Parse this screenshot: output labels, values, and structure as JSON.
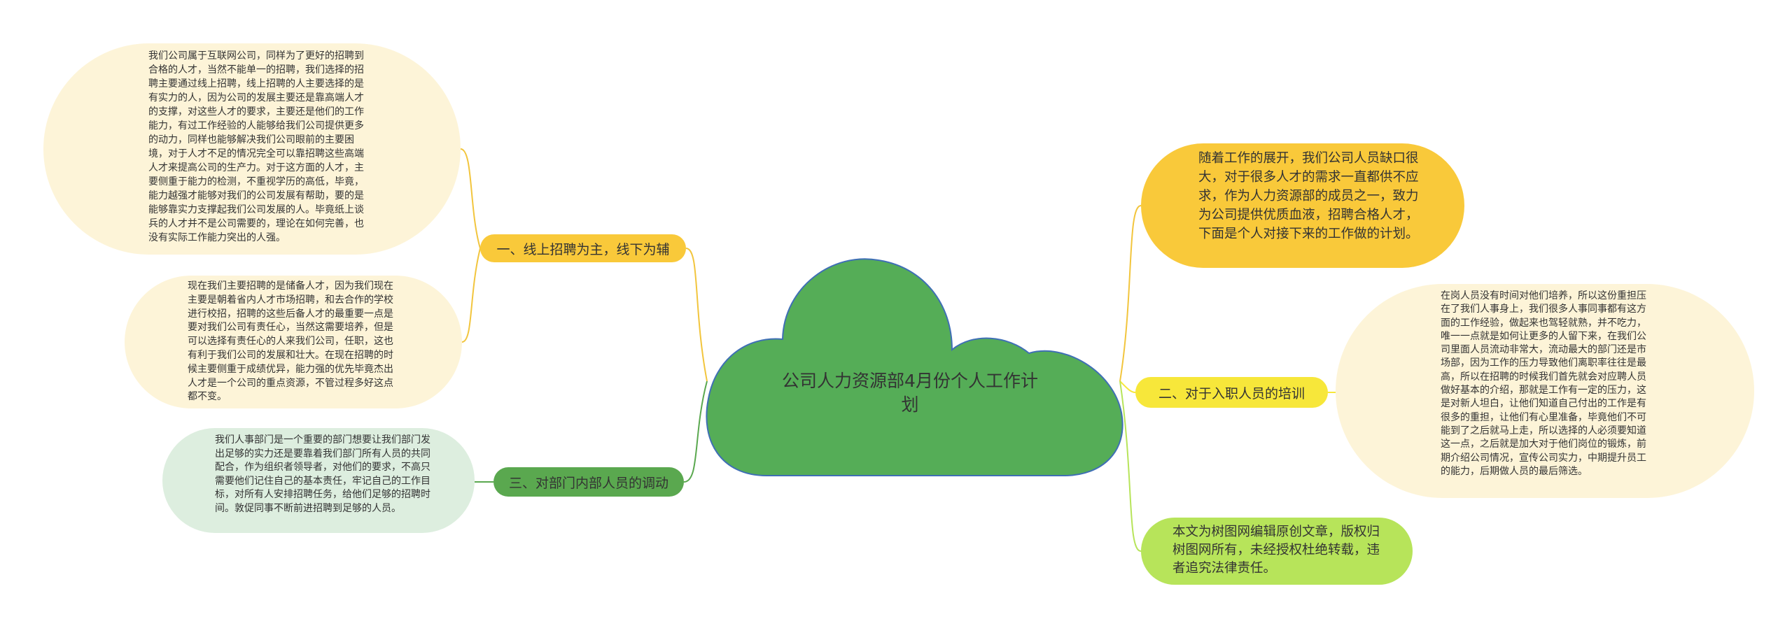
{
  "center": {
    "title": "公司人力资源部4月份个人工作计划"
  },
  "topics": {
    "t1": "一、线上招聘为主，线下为辅",
    "t2": "二、对于入职人员的培训",
    "t3": "三、对部门内部人员的调动"
  },
  "leaves": {
    "l1": "我们公司属于互联网公司，同样为了更好的招聘到合格的人才，当然不能单一的招聘，我们选择的招聘主要通过线上招聘，线上招聘的人主要选择的是有实力的人，因为公司的发展主要还是靠高端人才的支撑，对这些人才的要求，主要还是他们的工作能力，有过工作经验的人能够给我们公司提供更多的动力，同样也能够解决我们公司眼前的主要困境，对于人才不足的情况完全可以靠招聘这些高端人才来提高公司的生产力。对于这方面的人才，主要侧重于能力的检测，不重视学历的高低，毕竟，能力越强才能够对我们的公司发展有帮助，要的是能够靠实力支撑起我们公司发展的人。毕竟纸上谈兵的人才并不是公司需要的，理论在如何完善，也没有实际工作能力突出的人强。",
    "l2": "现在我们主要招聘的是储备人才，因为我们现在主要是朝着省内人才市场招聘，和去合作的学校进行校招，招聘的这些后备人才的最重要一点是要对我们公司有责任心，当然这需要培养，但是可以选择有责任心的人来我们公司，任职，这也有利于我们公司的发展和壮大。在现在招聘的时候主要侧重于成绩优异，能力强的优先毕竟杰出人才是一个公司的重点资源，不管过程多好这点都不变。",
    "l3": "我们人事部门是一个重要的部门想要让我们部门发出足够的实力还是要靠着我们部门所有人员的共同配合，作为组织者领导者，对他们的要求，不高只需要他们记住自己的基本责任，牢记自己的工作目标，对所有人安排招聘任务，给他们足够的招聘时间。敦促同事不断前进招聘到足够的人员。",
    "r1": "随着工作的展开，我们公司人员缺口很大，对于很多人才的需求一直都供不应求，作为人力资源部的成员之一，致力为公司提供优质血液，招聘合格人才，下面是个人对接下来的工作做的计划。",
    "r2": "在岗人员没有时间对他们培养，所以这份重担压在了我们人事身上，我们很多人事同事都有这方面的工作经验，做起来也驾轻就熟，并不吃力，唯一一点就是如何让更多的人留下来，在我们公司里面人员流动非常大，流动最大的部门还是市场部，因为工作的压力导致他们离职率往往是最高，所以在招聘的时候我们首先就会对应聘人员做好基本的介绍，那就是工作有一定的压力，这是对新人坦白，让他们知道自己付出的工作是有很多的重担，让他们有心里准备，毕竟他们不可能到了之后就马上走，所以选择的人必须要知道这一点，之后就是加大对于他们岗位的锻炼，前期介绍公司情况，宣传公司实力，中期提升员工的能力，后期做人员的最后筛选。",
    "r3": "本文为树图网编辑原创文章，版权归树图网所有，未经授权杜绝转载，违者追究法律责任。"
  },
  "colors": {
    "center": "#55ad57",
    "center_stroke": "#3f6fb5",
    "yellow_orange": "#f9c93a",
    "yellow": "#f7e73a",
    "green": "#5aa84f",
    "cream": "#fdf4d8",
    "mint": "#ddeedf",
    "lime": "#b7e45a"
  }
}
